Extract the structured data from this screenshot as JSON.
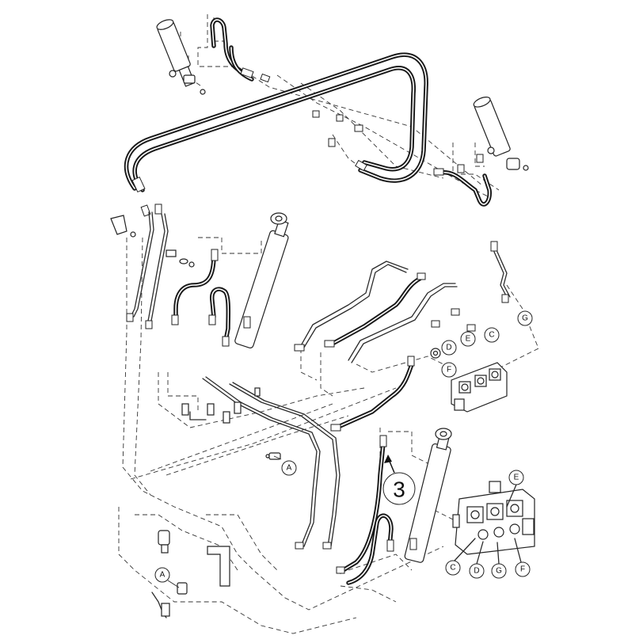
{
  "diagram": {
    "callouts": {
      "a_upper": "A",
      "a_lower": "A",
      "d_upper": "D",
      "e_upper": "E",
      "c_upper": "C",
      "g_upper": "G",
      "f_upper": "F",
      "e_valve": "E",
      "c_valve": "C",
      "d_valve": "D",
      "g_valve": "G",
      "f_valve": "F",
      "item_number": "3"
    }
  }
}
